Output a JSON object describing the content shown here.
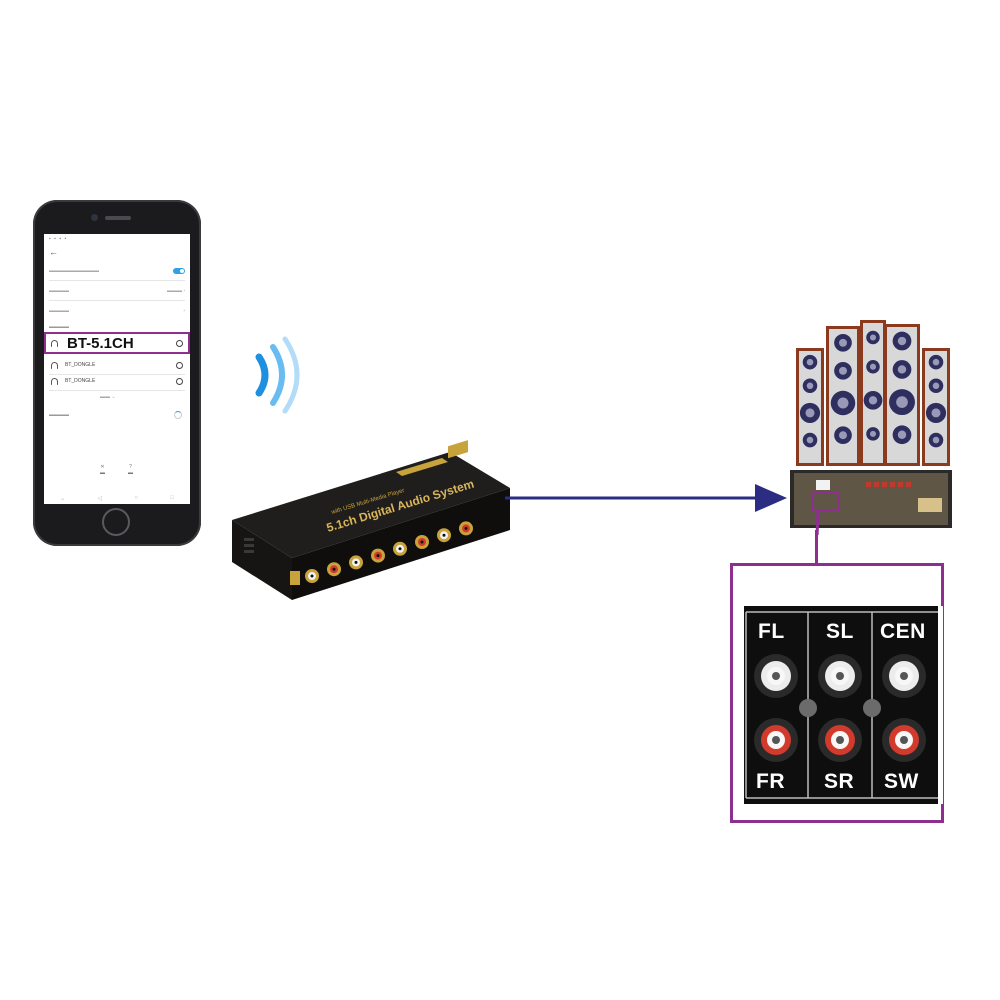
{
  "phone": {
    "paired_device_highlighted": "BT-5.1CH",
    "other_devices": [
      "BT_DONGLE",
      "BT_DONGLE"
    ]
  },
  "converter": {
    "title_text": "5.1ch Digital Audio System",
    "subtitle_text": "with USB Multi-Media Player"
  },
  "rca_panel": {
    "top_labels": [
      "FL",
      "SL",
      "CEN"
    ],
    "bottom_labels": [
      "FR",
      "SR",
      "SW"
    ]
  },
  "colors": {
    "highlight": "#8e2f8f",
    "connection_arrow": "#2b2d83",
    "bluetooth_waves": "#1f8fe0",
    "speaker_wood": "#8b3a1e",
    "gold": "#c8a23a"
  }
}
